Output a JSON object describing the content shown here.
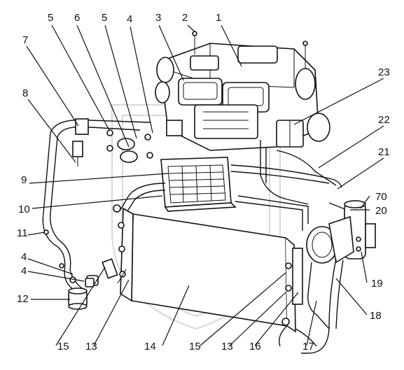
{
  "callouts": [
    {
      "id": "c1",
      "text": "1"
    },
    {
      "id": "c2",
      "text": "2"
    },
    {
      "id": "c3",
      "text": "3"
    },
    {
      "id": "c4a",
      "text": "4"
    },
    {
      "id": "c5a",
      "text": "5"
    },
    {
      "id": "c6",
      "text": "6"
    },
    {
      "id": "c5b",
      "text": "5"
    },
    {
      "id": "c7",
      "text": "7"
    },
    {
      "id": "c8",
      "text": "8"
    },
    {
      "id": "c9",
      "text": "9"
    },
    {
      "id": "c10",
      "text": "10"
    },
    {
      "id": "c11",
      "text": "11"
    },
    {
      "id": "c4b",
      "text": "4"
    },
    {
      "id": "c4c",
      "text": "4"
    },
    {
      "id": "c12",
      "text": "12"
    },
    {
      "id": "c15a",
      "text": "15"
    },
    {
      "id": "c13a",
      "text": "13"
    },
    {
      "id": "c14",
      "text": "14"
    },
    {
      "id": "c15b",
      "text": "15"
    },
    {
      "id": "c13b",
      "text": "13"
    },
    {
      "id": "c16",
      "text": "16"
    },
    {
      "id": "c17",
      "text": "17"
    },
    {
      "id": "c18",
      "text": "18"
    },
    {
      "id": "c19",
      "text": "19"
    },
    {
      "id": "c20",
      "text": "20"
    },
    {
      "id": "c70",
      "text": "70"
    },
    {
      "id": "c21",
      "text": "21"
    },
    {
      "id": "c22",
      "text": "22"
    },
    {
      "id": "c23",
      "text": "23"
    }
  ]
}
